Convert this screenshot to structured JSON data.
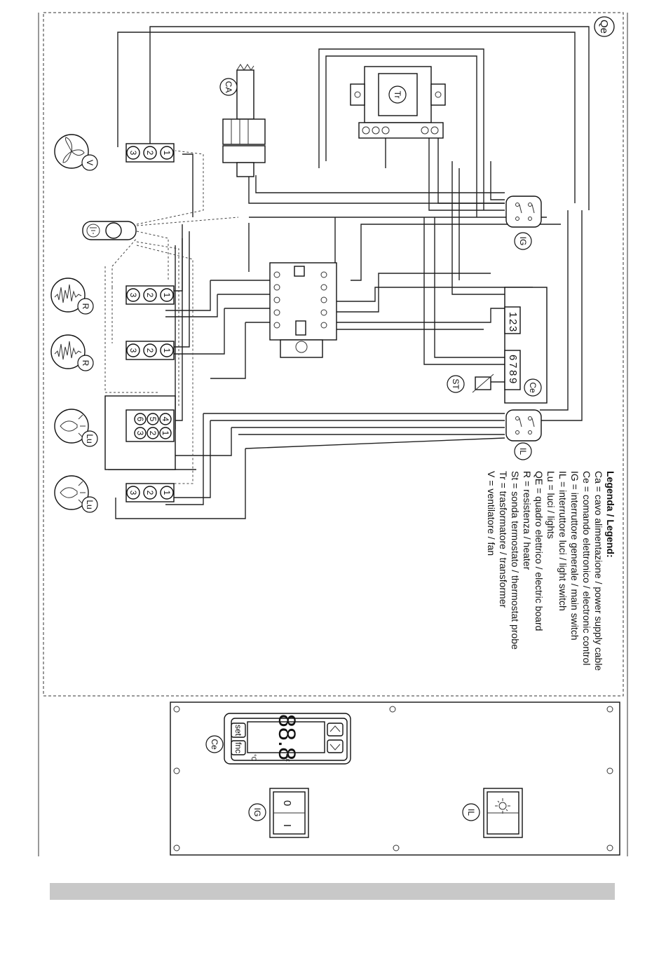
{
  "labels": {
    "qe": "Qe",
    "ca": "CA",
    "tr": "Tr",
    "ig": "IG",
    "il": "IL",
    "ce": "Ce",
    "st": "ST",
    "v": "V",
    "r": "R",
    "lu": "Lu"
  },
  "legend": {
    "title": "Legenda / Legend:",
    "items": [
      "Ca = cavo alimentazione / power supply cable",
      "Ce = comando elettronico / electronic control",
      "IG = interruttore generale / main switch",
      "IL = interruttore luci / light switch",
      "Lu = luci / lights",
      "QE = quadro elettrico / electric board",
      "R = resistenza / heater",
      "St = sonda termostato / thermostat probe",
      "Tr = trasformatore / transformer",
      "V = ventilatore / fan"
    ]
  },
  "connectors": {
    "three_pin": [
      "3",
      "2",
      "1"
    ],
    "six_pin_left": [
      "6",
      "3"
    ],
    "six_pin_mid": [
      "5",
      "2"
    ],
    "six_pin_right": [
      "4",
      "1"
    ],
    "ce_top": [
      "1",
      "2",
      "3"
    ],
    "ce_bottom": [
      "6",
      "7",
      "8",
      "9"
    ]
  },
  "control_panel": {
    "set_label": "set",
    "fnc_label": "fnc",
    "out_label": "out",
    "unit_label": "°C",
    "display_value": "88.8",
    "switch_on": "0",
    "switch_off": "I"
  }
}
